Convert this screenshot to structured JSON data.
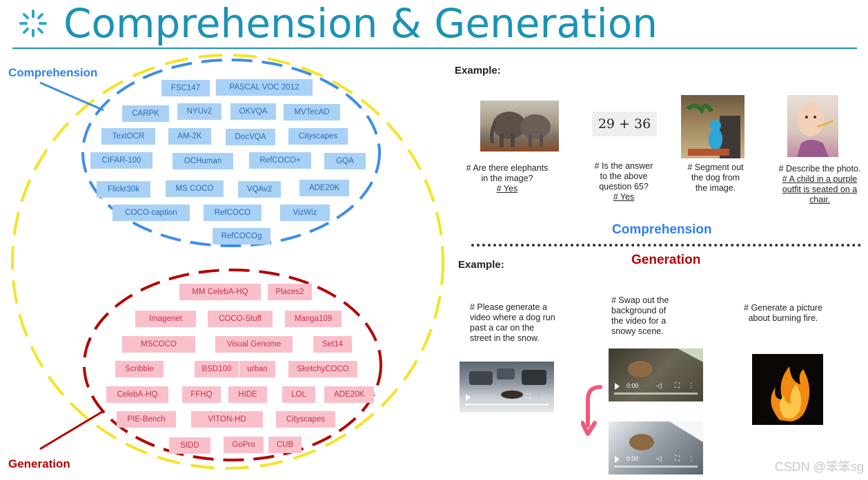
{
  "title": "Comprehension & Generation",
  "labels": {
    "comprehension": "Comprehension",
    "generation": "Generation"
  },
  "colors": {
    "title": "#1a93b5",
    "comprehension": "#2f80ed",
    "generation": "#b30000",
    "outer_ellipse": "#f6e324",
    "comp_box": "#a9d1f5",
    "gen_box": "#f9c0cb"
  },
  "comprehension_datasets": [
    "FSC147",
    "PASCAL VOC 2012",
    "CARPK",
    "NYUv2",
    "OKVQA",
    "MVTecAD",
    "TextOCR",
    "AM-2K",
    "DocVQA",
    "Cityscapes",
    "CIFAR-100",
    "OCHuman",
    "RefCOCO+",
    "GQA",
    "Flickr30k",
    "MS COCO",
    "VQAv2",
    "ADE20K",
    "COCO-caption",
    "RefCOCO",
    "VizWiz",
    "RefCOCOg"
  ],
  "generation_datasets": [
    "MM CelebA-HQ",
    "Places2",
    "Imagenet",
    "COCO-Stuff",
    "Manga109",
    "MSCOCO",
    "Visual Genome",
    "Set14",
    "Scribble",
    "BSD100",
    "urban",
    "SketchyCOCO",
    "CelebA-HQ",
    "FFHQ",
    "HIDE",
    "LOL",
    "ADE20K",
    "PIE-Bench",
    "VITON-HD",
    "Cityscapes",
    "SIDD",
    "GoPro",
    "CUB"
  ],
  "comprehension_examples": {
    "heading": "Example:",
    "section_title": "Comprehension",
    "items": [
      {
        "lines": [
          "# Are there elephants",
          "in the image?"
        ],
        "answer": "# Yes",
        "image_icon": "elephants-photo"
      },
      {
        "lines": [
          "# Is the answer",
          "to the above",
          "question 65?"
        ],
        "answer": "# Yes",
        "image_icon": "handwritten-math-photo",
        "image_text": "29 + 36 ="
      },
      {
        "lines": [
          "# Segment out",
          "the dog from",
          "the image."
        ],
        "answer": "",
        "image_icon": "dog-toy-photo"
      },
      {
        "lines": [
          "# Describe the photo."
        ],
        "answer_lines": [
          "# A child in a purple",
          "outfit is seated on a",
          "chair."
        ],
        "image_icon": "child-eating-photo"
      }
    ]
  },
  "generation_examples": {
    "heading": "Example:",
    "section_title": "Generation",
    "items": [
      {
        "lines": [
          "# Please generate a",
          "video where a dog run",
          "past a car on the",
          "street in the snow."
        ],
        "image_icon": "snowy-street-video"
      },
      {
        "lines": [
          "# Swap out the",
          "background of",
          "the video for a",
          "snowy scene."
        ],
        "image_icon": "dog-video"
      },
      {
        "lines": [
          "# Generate a picture",
          "about burning fire."
        ],
        "image_icon": "fire-photo"
      }
    ],
    "video_time": "0:00"
  },
  "watermark": "CSDN @笨笨sg"
}
